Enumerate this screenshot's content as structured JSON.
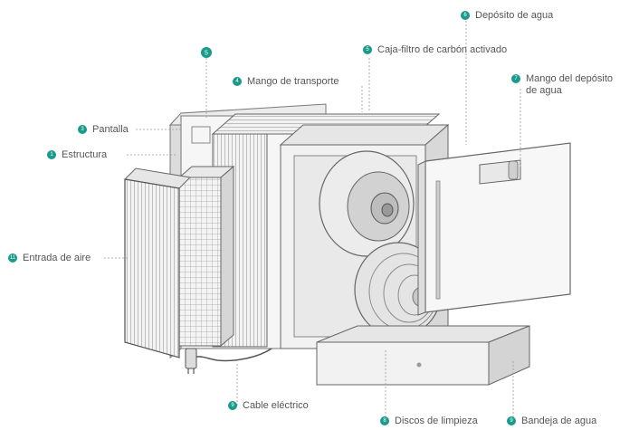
{
  "accent_color": "#1a9a8a",
  "labels": {
    "deposito_agua": {
      "num": "6",
      "text": "Depósito de agua"
    },
    "marker_5": {
      "num": "5"
    },
    "cajafiltro": {
      "num": "5",
      "text": "Caja-filtro de carbón activado"
    },
    "mango_transporte": {
      "num": "4",
      "text": "Mango de transporte"
    },
    "mango_deposito": {
      "num": "7",
      "text": "Mango del depósito de agua"
    },
    "pantalla": {
      "num": "3",
      "text": "Pantalla"
    },
    "estructura": {
      "num": "1",
      "text": "Estructura"
    },
    "entrada_aire": {
      "num": "11",
      "text": "Entrada de aire"
    },
    "cable": {
      "num": "9",
      "text": "Cable eléctrico"
    },
    "discos": {
      "num": "8",
      "text": "Discos de limpieza"
    },
    "bandeja": {
      "num": "9",
      "text": "Bandeja de agua"
    }
  }
}
